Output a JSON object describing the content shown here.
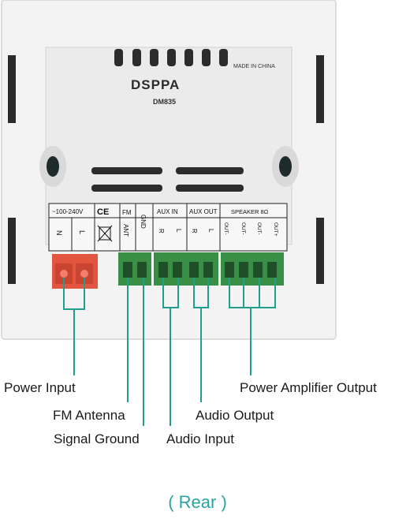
{
  "device": {
    "made_in": "MADE IN CHINA",
    "brand": "DSPPA",
    "model": "DM835",
    "labels": {
      "voltage": "~100-240V",
      "ce": "CE",
      "fm": "FM",
      "gnd": "GND",
      "aux_in": "AUX IN",
      "aux_out": "AUX OUT",
      "speaker": "SPEAKER 8Ω",
      "n": "N",
      "l": "L",
      "ant": "ANT",
      "r": "R",
      "out_minus": "OUT-",
      "out_plus": "OUT+"
    }
  },
  "callouts": {
    "power_input": "Power Input",
    "fm_antenna": "FM Antenna",
    "signal_ground": "Signal Ground",
    "audio_input": "Audio Input",
    "audio_output": "Audio Output",
    "power_amplifier_output": "Power Amplifier Output"
  },
  "view_label": "( Rear )",
  "colors": {
    "leader": "#1f9e8e",
    "terminal_green": "#3a8f46",
    "terminal_red": "#e2553f",
    "label_teal": "#2aa3a3"
  }
}
